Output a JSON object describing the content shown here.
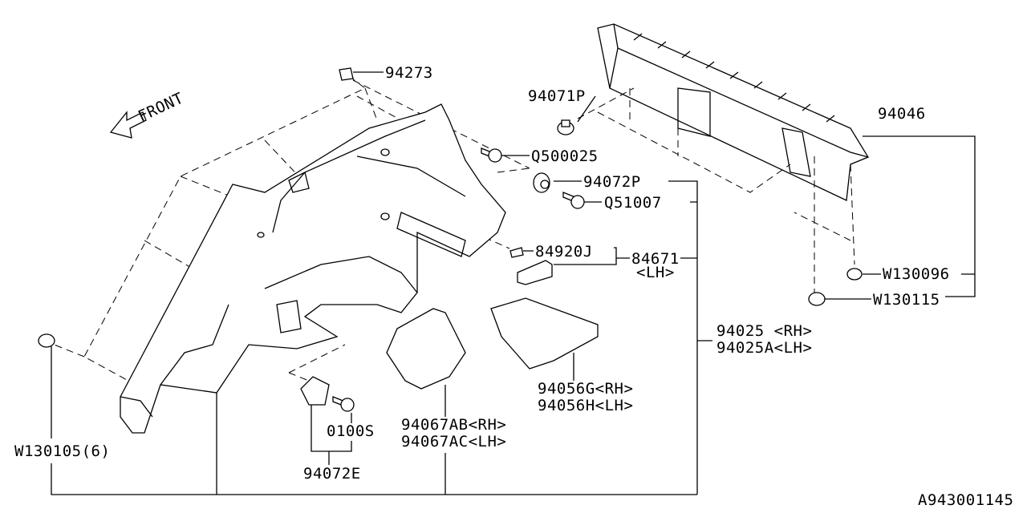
{
  "diagram": {
    "front_label": "FRONT",
    "ref_code": "A943001145",
    "parts": {
      "p94273": "94273",
      "p94071P": "94071P",
      "p94046": "94046",
      "pQ500025": "Q500025",
      "p94072P": "94072P",
      "pQ51007": "Q51007",
      "p84920J": "84920J",
      "p84671": "84671",
      "p84671_side": "<LH>",
      "pW130096": "W130096",
      "pW130115": "W130115",
      "p94025": "94025 <RH>",
      "p94025A": "94025A<LH>",
      "p94056G": "94056G<RH>",
      "p94056H": "94056H<LH>",
      "p94067AB": "94067AB<RH>",
      "p94067AC": "94067AC<LH>",
      "p0100S": "0100S",
      "p94072E": "94072E",
      "pW130105": "W130105(6)"
    }
  }
}
